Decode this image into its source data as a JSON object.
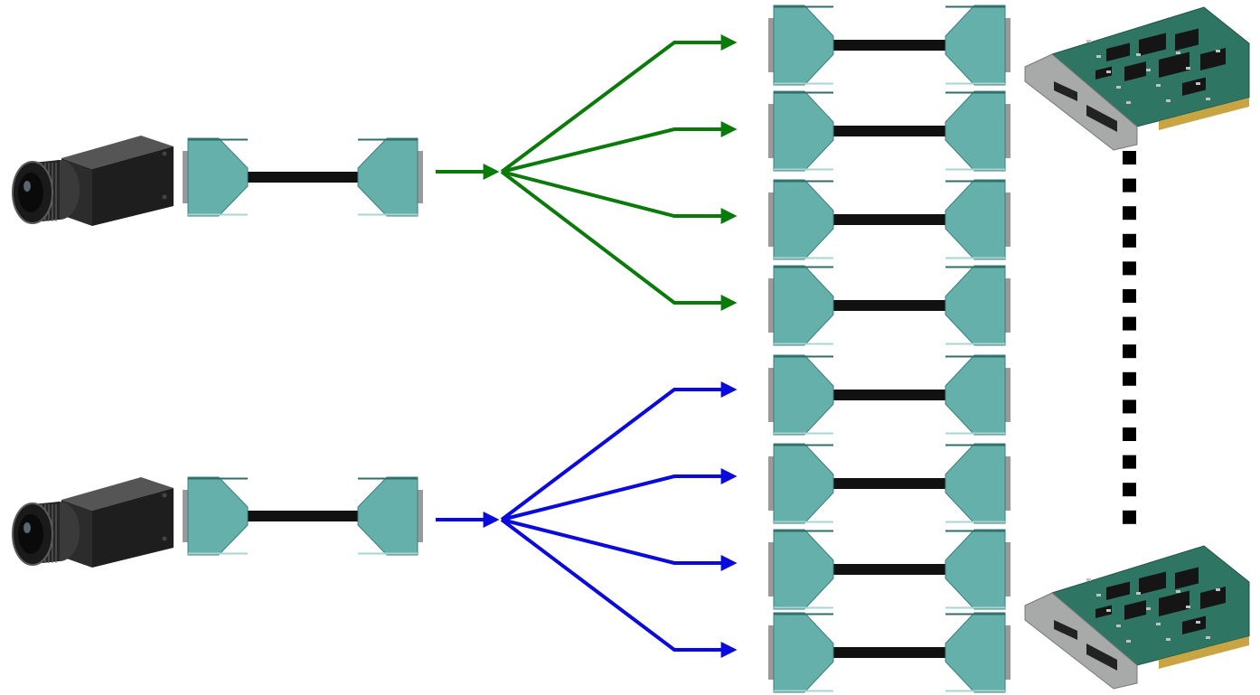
{
  "colors": {
    "background": "#ffffff",
    "connector_body": "#66b0ac",
    "connector_edge": "#3c7f7a",
    "connector_pin": "#9a9a9a",
    "cable": "#111111",
    "camera_body": "#1e1e1e",
    "board_pcb": "#2e7563",
    "board_bracket": "#a7aaa8",
    "dots": "#000000"
  },
  "groups": [
    {
      "name": "group-top",
      "camera_icon": "camera-icon",
      "arrow_color": "#0a7a0a",
      "branches": 4
    },
    {
      "name": "group-bottom",
      "camera_icon": "camera-icon",
      "arrow_color": "#0a0adc",
      "branches": 4
    }
  ],
  "cable_assemblies_right": 8,
  "frame_grabber_icon": "pci-frame-grabber-icon",
  "ellipsis_dots": 14
}
